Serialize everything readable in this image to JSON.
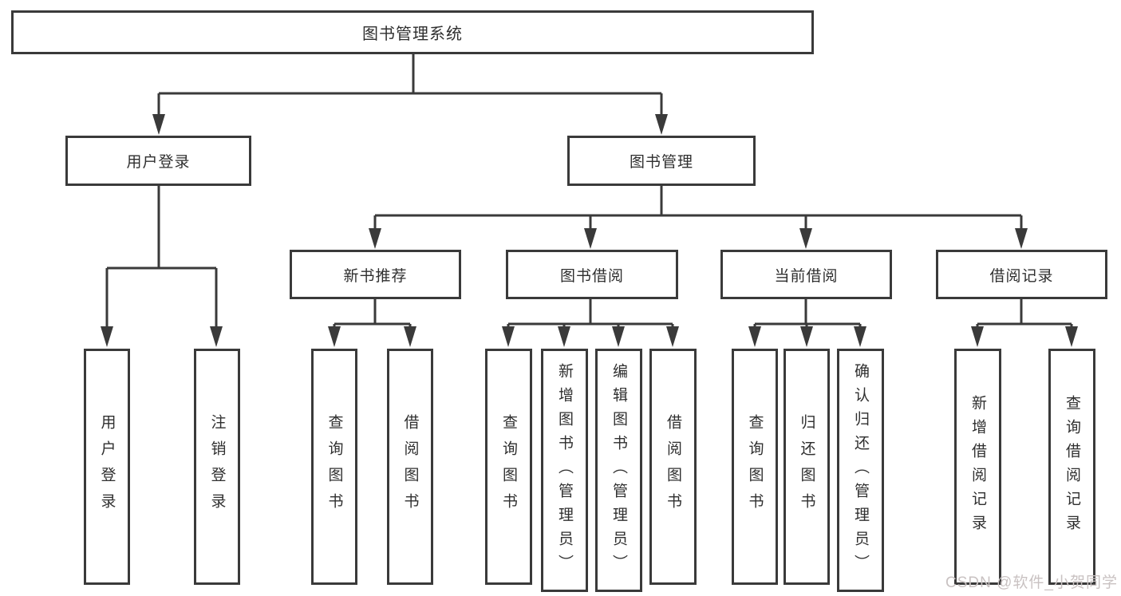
{
  "colors": {
    "line": "#3a3a3a",
    "border": "#3a3a3a",
    "text": "#2f2f2f",
    "node_background": "#ffffff",
    "watermark": "#c9c2c2"
  },
  "watermark": "CSDN @软件_小贺同学",
  "tree": {
    "root": "图书管理系统",
    "branches": [
      {
        "label": "用户登录",
        "children": [
          "用户登录",
          "注销登录"
        ]
      },
      {
        "label": "图书管理",
        "groups": [
          {
            "label": "新书推荐",
            "children": [
              "查询图书",
              "借阅图书"
            ]
          },
          {
            "label": "图书借阅",
            "children": [
              "查询图书",
              "新增图书（管理员）",
              "编辑图书（管理员）",
              "借阅图书"
            ]
          },
          {
            "label": "当前借阅",
            "children": [
              "查询图书",
              "归还图书",
              "确认归还（管理员）"
            ]
          },
          {
            "label": "借阅记录",
            "children": [
              "新增借阅记录",
              "查询借阅记录"
            ]
          }
        ]
      }
    ]
  }
}
